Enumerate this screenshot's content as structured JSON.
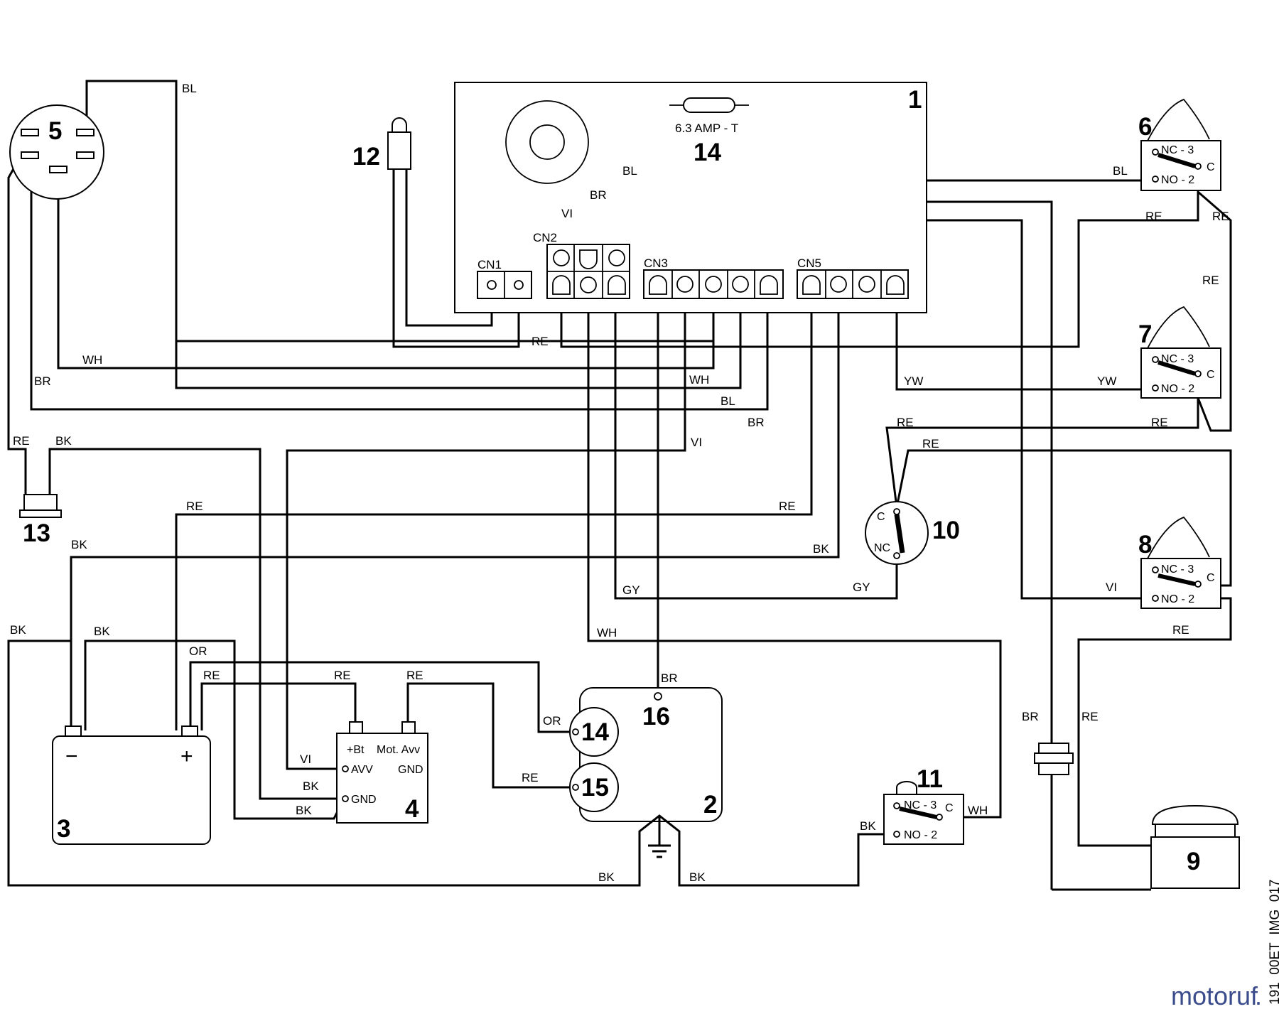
{
  "components": {
    "c1": "1",
    "c2": "2",
    "c3": "3",
    "c4": "4",
    "c5": "5",
    "c6": "6",
    "c7": "7",
    "c8": "8",
    "c9": "9",
    "c10": "10",
    "c11": "11",
    "c12": "12",
    "c13": "13",
    "c14": "14",
    "c14b": "14",
    "c15": "15",
    "c16": "16"
  },
  "fuse_label": "6.3 AMP - T",
  "connectors": {
    "cn1": "CN1",
    "cn2": "CN2",
    "cn3": "CN3",
    "cn5": "CN5"
  },
  "switch_pins": {
    "nc3": "NC - 3",
    "no2": "NO - 2",
    "c": "C",
    "nc": "NC"
  },
  "module4": {
    "bt": "+Bt",
    "mot": "Mot. Avv",
    "avv": "AVV",
    "gnd": "GND"
  },
  "battery": {
    "minus": "−",
    "plus": "+"
  },
  "wire_colors": {
    "BL": "BL",
    "BR": "BR",
    "RE": "RE",
    "WH": "WH",
    "BK": "BK",
    "VI": "VI",
    "GY": "GY",
    "YW": "YW",
    "OR": "OR"
  },
  "image_code": "191_00ET_IMG_017",
  "watermark": {
    "brand": "motoruf",
    "suffix": "."
  }
}
